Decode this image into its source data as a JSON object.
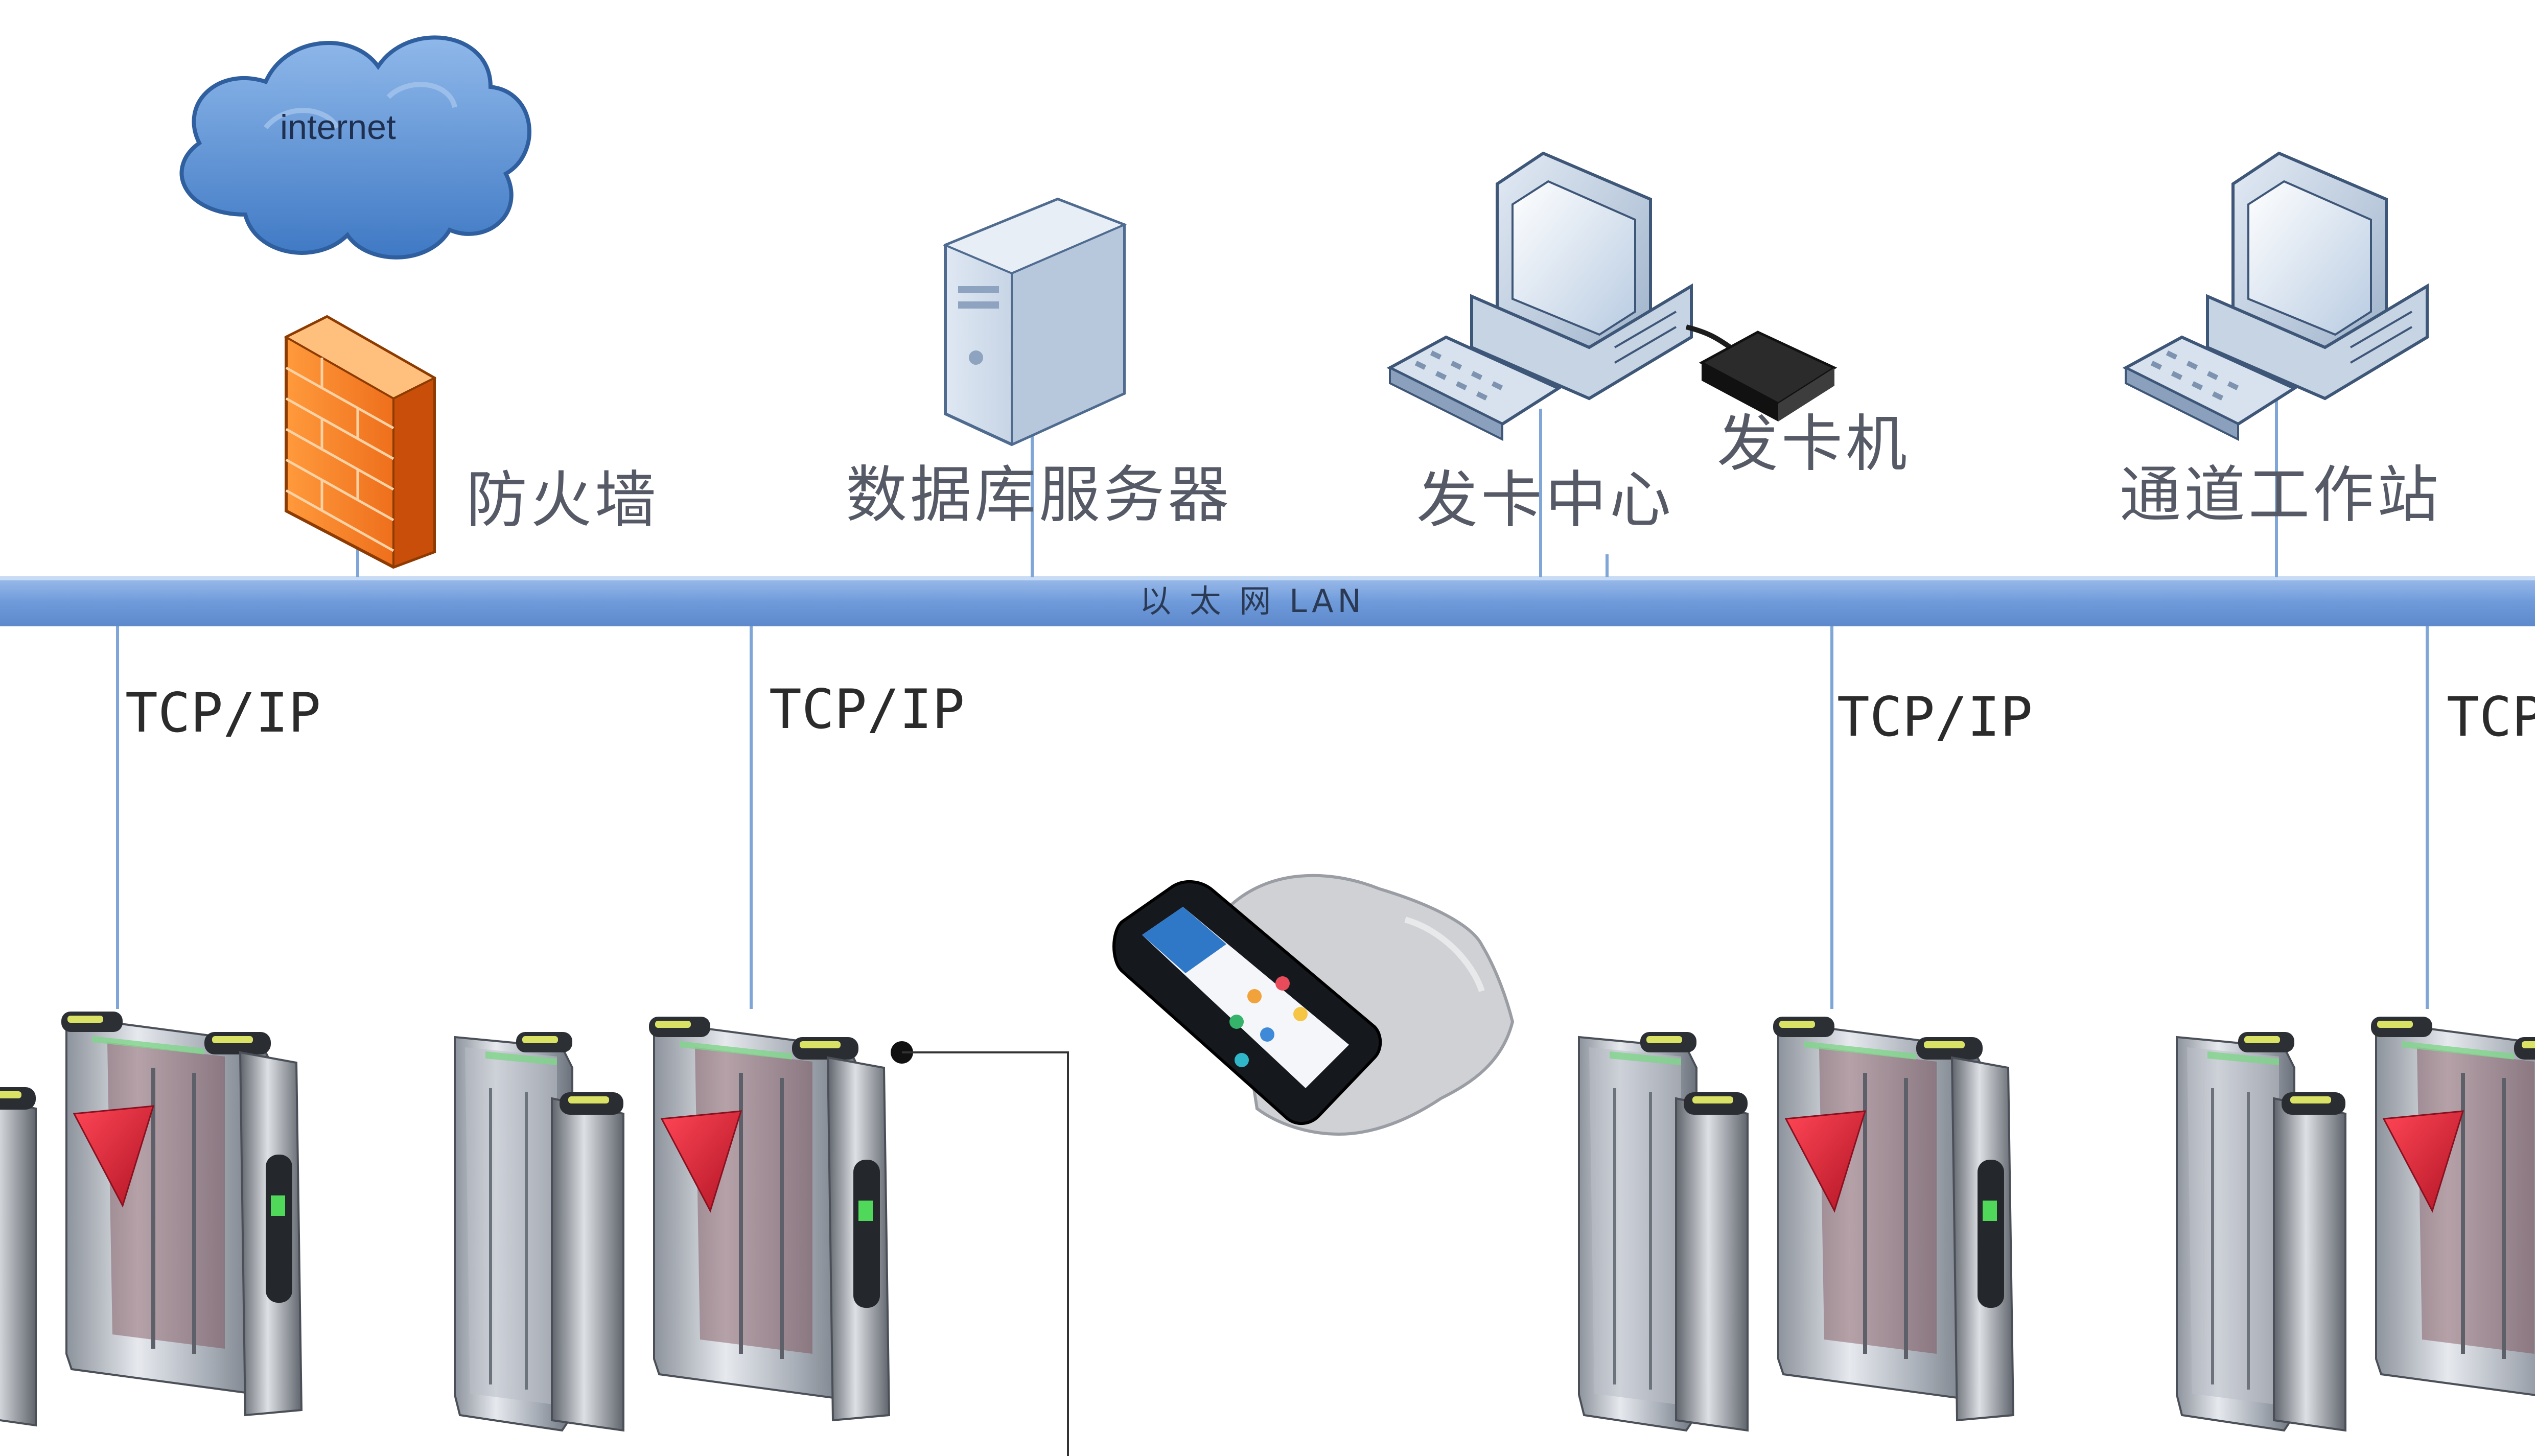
{
  "nodes": {
    "internet": "internet",
    "firewall": "防火墙",
    "db_server": "数据库服务器",
    "card_center": "发卡中心",
    "card_issuer": "发卡机",
    "workstation": "通道工作站"
  },
  "network": {
    "lan_label": "以 太 网 LAN",
    "links": [
      "TCP/IP",
      "TCP/IP",
      "TCP/IP",
      "TCP/IP"
    ]
  },
  "colors": {
    "lan_bar": "#6e9bdc",
    "cloud": "#5b93d6",
    "firewall": "#f47a1a",
    "barrier_red": "#e8283a",
    "device_body": "#c9ced5"
  },
  "icons": [
    "cloud-icon",
    "firewall-icon",
    "server-tower-icon",
    "desktop-computer-icon",
    "card-reader-icon",
    "smartphone-icon",
    "hand-icon",
    "turnstile-gate-icon"
  ]
}
